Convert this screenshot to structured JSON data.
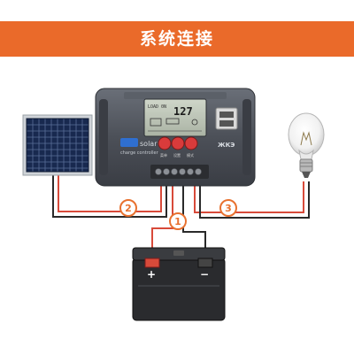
{
  "banner": {
    "title": "系统连接",
    "color": "#ea6a2a"
  },
  "controller": {
    "lcd_digits": "127",
    "lcd_small": "LOAD 0N",
    "brand": "solar",
    "subtitle": "charge controller",
    "button_labels": [
      "菜单",
      "设置",
      "模式"
    ],
    "badge": "ЖКЭ"
  },
  "connections": [
    {
      "label": "1",
      "target": "battery"
    },
    {
      "label": "2",
      "target": "solar-panel"
    },
    {
      "label": "3",
      "target": "light-bulb"
    }
  ],
  "battery": {
    "positive": "+",
    "negative": "−"
  },
  "colors": {
    "accent": "#e8712f",
    "wire_red": "#d84a3a",
    "wire_black": "#2a2a2a"
  }
}
